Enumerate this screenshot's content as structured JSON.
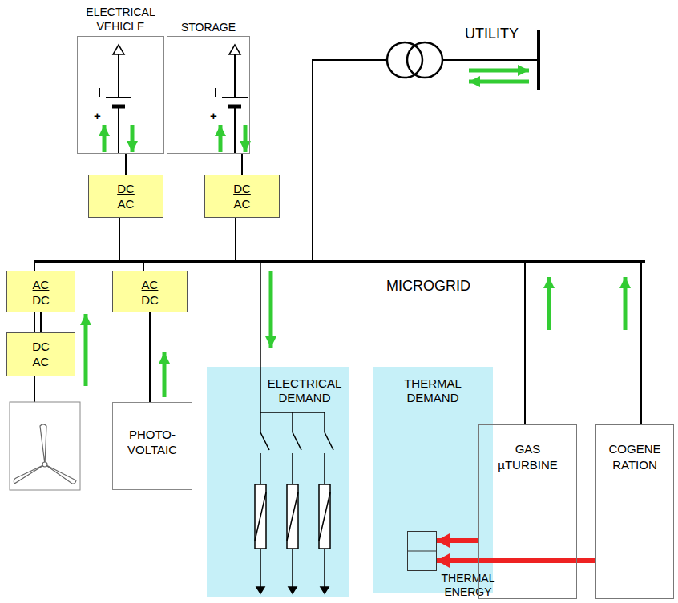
{
  "diagram": {
    "nodes": [
      {
        "text": [
          "ELECTRICAL VEHICLE"
        ]
      },
      {
        "text": [
          "STORAGE"
        ]
      },
      {
        "text": [
          "DC",
          "AC"
        ]
      },
      {
        "text": [
          "DC",
          "AC"
        ]
      },
      {
        "text": [
          "AC",
          "DC"
        ]
      },
      {
        "text": [
          "AC",
          "DC"
        ]
      },
      {
        "text": [
          "DC",
          "AC"
        ]
      },
      {
        "text": [
          "PHOTO- VOLTAIC"
        ]
      },
      {
        "text": [
          "ELECTRICAL DEMAND"
        ]
      },
      {
        "text": [
          "THERMAL DEMAND"
        ]
      },
      {
        "text": [
          "GAS µTURBINE"
        ]
      },
      {
        "text": [
          "COGENE RATION"
        ]
      },
      {
        "text": [
          "THERMAL ENERGY"
        ],
        "in": 9
      }
    ],
    "edges": [
      {
        "from": 0,
        "to": 2,
        "arrow": "none"
      },
      {
        "from": 1,
        "to": 3,
        "arrow": "none"
      },
      {
        "from": 6,
        "to": 4,
        "arrow": "none"
      },
      {
        "from": 7,
        "to": 5,
        "arrow": "none"
      },
      {
        "from": 10,
        "to": 12,
        "arrow": "to"
      },
      {
        "from": 11,
        "to": 12,
        "arrow": "to"
      }
    ],
    "labels": [
      "UTILITY",
      "MICROGRID",
      "+",
      "+"
    ]
  }
}
